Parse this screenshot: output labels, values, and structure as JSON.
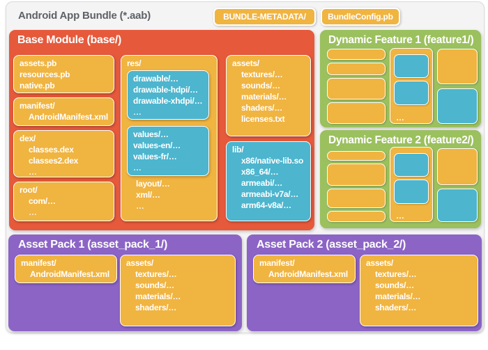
{
  "colors": {
    "orange": "#E6593B",
    "yellow": "#F0B441",
    "blue": "#4DB5CE",
    "green": "#9BC05E",
    "purple": "#8C64C6",
    "card_bg": "#F4F4F4",
    "card_border": "#DBDBDB",
    "title_text": "#5E6166",
    "text_on_color": "#FFFFFF"
  },
  "header": {
    "title": "Android App Bundle (*.aab)",
    "bundle_metadata": "BUNDLE-METADATA/",
    "bundle_config": "BundleConfig.pb"
  },
  "base_module": {
    "title": "Base Module (base/)",
    "pb_box": [
      "assets.pb",
      "resources.pb",
      "native.pb"
    ],
    "manifest_box": {
      "head": "manifest/",
      "items": [
        "AndroidManifest.xml"
      ]
    },
    "dex_box": {
      "head": "dex/",
      "items": [
        "classes.dex",
        "classes2.dex",
        "…"
      ]
    },
    "root_box": {
      "head": "root/",
      "items": [
        "com/…",
        "…"
      ]
    },
    "res_box": {
      "head": "res/",
      "drawable": [
        "drawable/…",
        "drawable-hdpi/…",
        "drawable-xhdpi/…",
        "…"
      ],
      "values": [
        "values/…",
        "values-en/…",
        "values-fr/…",
        "…"
      ],
      "tail": [
        "layout/…",
        "xml/…",
        "…"
      ]
    },
    "assets_box": {
      "head": "assets/",
      "items": [
        "textures/…",
        "sounds/…",
        "materials/…",
        "shaders/…",
        "licenses.txt"
      ]
    },
    "lib_box": {
      "head": "lib/",
      "items": [
        "x86/native-lib.so",
        "x86_64/…",
        "armeabi/…",
        "armeabi-v7a/…",
        "arm64-v8a/…"
      ]
    }
  },
  "dynamic_feature_1": {
    "title": "Dynamic Feature 1 (feature1/)",
    "ellipsis": "…"
  },
  "dynamic_feature_2": {
    "title": "Dynamic Feature 2 (feature2/)",
    "ellipsis": "…"
  },
  "asset_pack_1": {
    "title": "Asset Pack 1 (asset_pack_1/)",
    "manifest_box": {
      "head": "manifest/",
      "items": [
        "AndroidManifest.xml"
      ]
    },
    "assets_box": {
      "head": "assets/",
      "items": [
        "textures/…",
        "sounds/…",
        "materials/…",
        "shaders/…"
      ]
    }
  },
  "asset_pack_2": {
    "title": "Asset Pack 2 (asset_pack_2/)",
    "manifest_box": {
      "head": "manifest/",
      "items": [
        "AndroidManifest.xml"
      ]
    },
    "assets_box": {
      "head": "assets/",
      "items": [
        "textures/…",
        "sounds/…",
        "materials/…",
        "shaders/…"
      ]
    }
  }
}
